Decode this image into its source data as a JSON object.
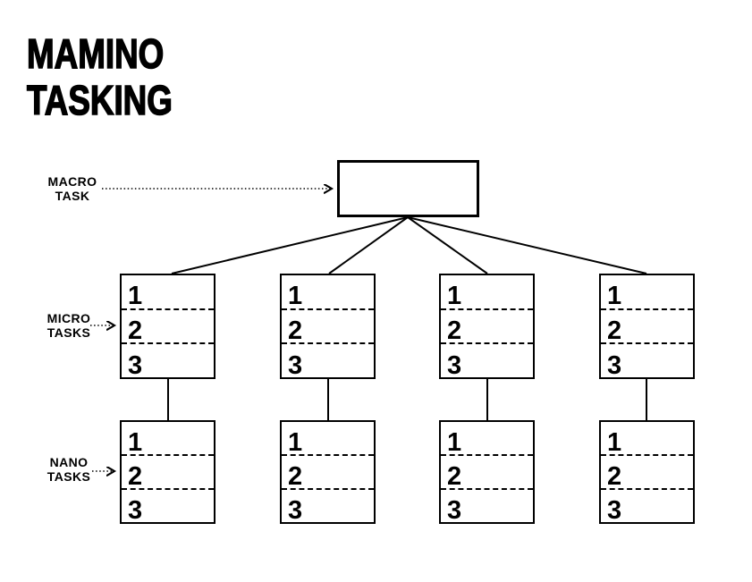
{
  "title": {
    "line1": "MAMINO",
    "line2": "TASKING"
  },
  "annotations": {
    "macro": {
      "line1": "MACRO",
      "line2": "TASK"
    },
    "micro": {
      "line1": "MICRO",
      "line2": "TASKS"
    },
    "nano": {
      "line1": "NANO",
      "line2": "TASKS"
    }
  },
  "macro_box": {
    "content": ""
  },
  "micro_boxes": [
    {
      "rows": [
        "1",
        "2",
        "3"
      ]
    },
    {
      "rows": [
        "1",
        "2",
        "3"
      ]
    },
    {
      "rows": [
        "1",
        "2",
        "3"
      ]
    },
    {
      "rows": [
        "1",
        "2",
        "3"
      ]
    }
  ],
  "nano_boxes": [
    {
      "rows": [
        "1",
        "2",
        "3"
      ]
    },
    {
      "rows": [
        "1",
        "2",
        "3"
      ]
    },
    {
      "rows": [
        "1",
        "2",
        "3"
      ]
    },
    {
      "rows": [
        "1",
        "2",
        "3"
      ]
    }
  ],
  "colors": {
    "ink": "#000000",
    "background": "#ffffff"
  }
}
